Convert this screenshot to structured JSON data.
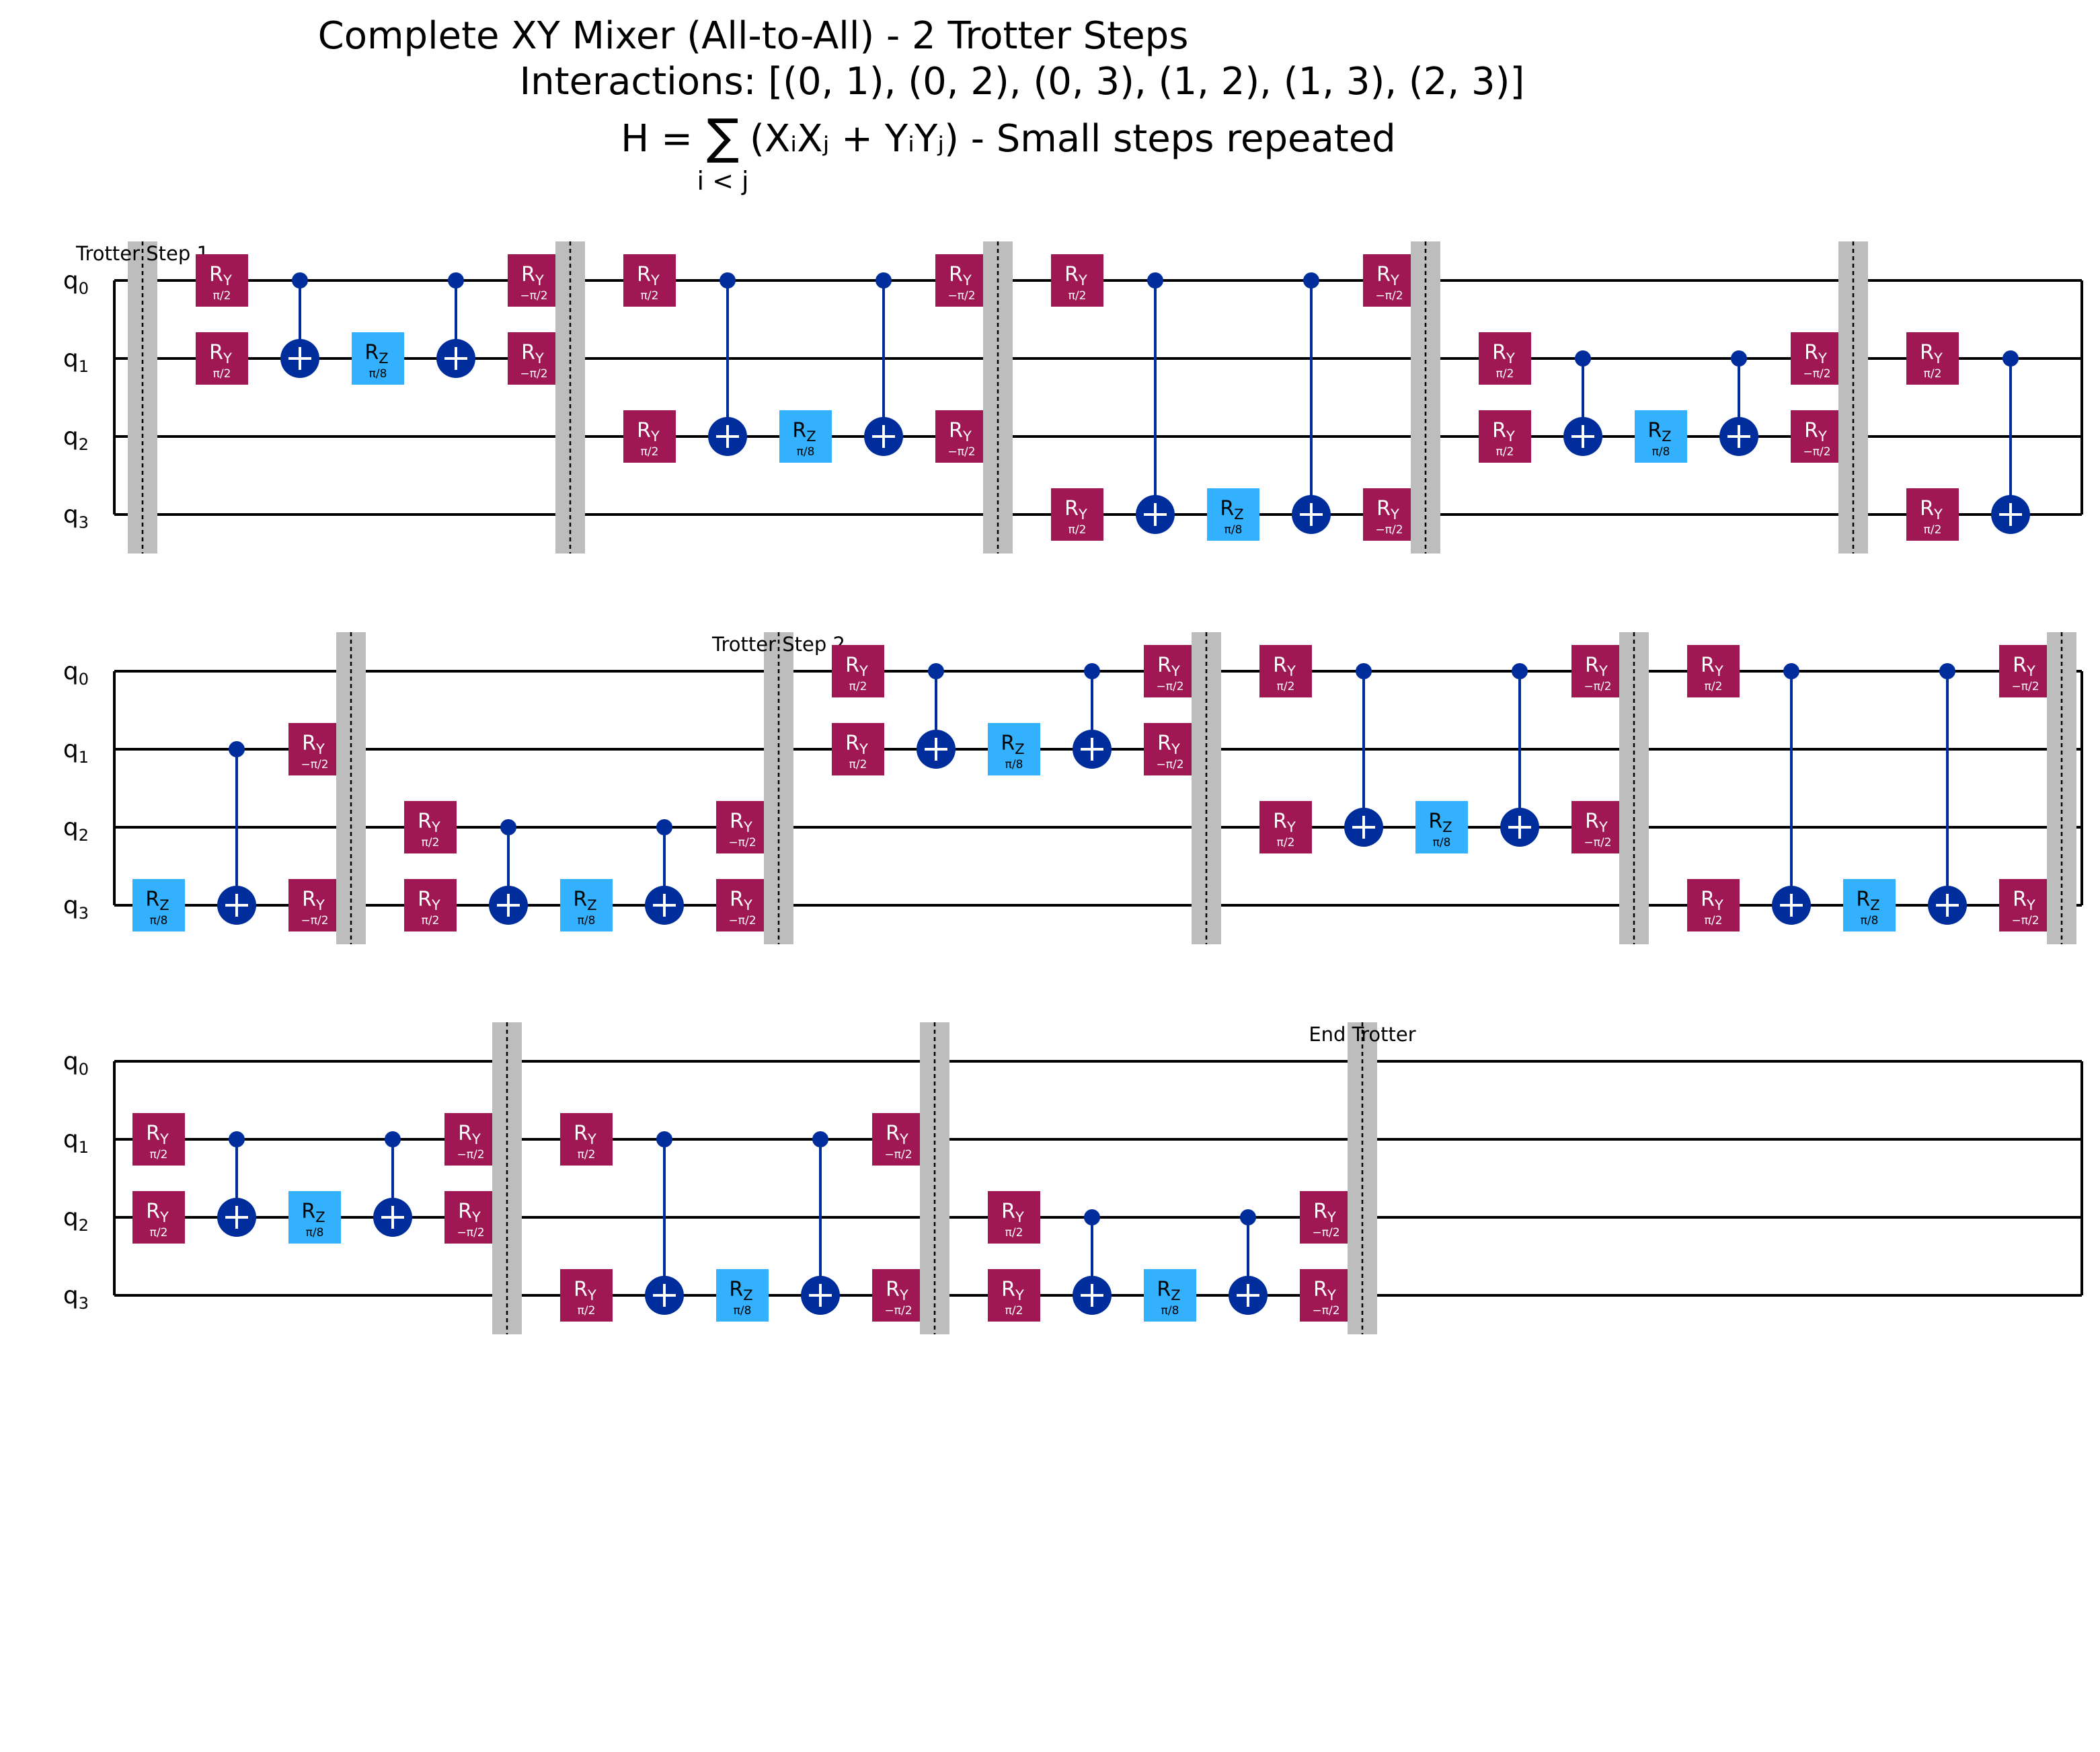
{
  "title": {
    "line1": "Complete XY Mixer (All-to-All) - 2 Trotter Steps",
    "line2": "Interactions: [(0, 1), (0, 2), (0, 3), (1, 2), (1, 3), (2, 3)]",
    "line3_prefix": "H = ",
    "line3_sum_symbol": "∑",
    "line3_sum_index": "i < j",
    "line3_body": "(XᵢXⱼ + YᵢYⱼ) - Small steps repeated"
  },
  "qubits": [
    "q0",
    "q1",
    "q2",
    "q3"
  ],
  "qubit_labels": [
    {
      "base": "q",
      "sub": "0"
    },
    {
      "base": "q",
      "sub": "1"
    },
    {
      "base": "q",
      "sub": "2"
    },
    {
      "base": "q",
      "sub": "3"
    }
  ],
  "gate_types": {
    "RY": {
      "letter": "R",
      "sub": "Y",
      "color": "#9f1853",
      "text_color": "#ffffff"
    },
    "RZ": {
      "letter": "R",
      "sub": "Z",
      "color": "#33b1ff",
      "text_color": "#000000"
    },
    "CX": {
      "color": "#002d9c"
    }
  },
  "params": {
    "ry_pos": "π/2",
    "ry_neg": "−π/2",
    "rz": "π/8"
  },
  "barrier_labels": {
    "step1": "Trotter Step 1",
    "step2": "Trotter Step 2",
    "end": "End Trotter"
  },
  "circuit": {
    "trotter_steps": 2,
    "interactions": [
      [
        0,
        1
      ],
      [
        0,
        2
      ],
      [
        0,
        3
      ],
      [
        1,
        2
      ],
      [
        1,
        3
      ],
      [
        2,
        3
      ]
    ],
    "block_sequence": [
      "barrier:step1",
      "xy:0-1",
      "barrier",
      "xy:0-2",
      "barrier",
      "xy:0-3",
      "barrier",
      "xy:1-2",
      "barrier",
      "xy:1-3",
      "barrier",
      "xy:2-3",
      "barrier:step2",
      "xy:0-1",
      "barrier",
      "xy:0-2",
      "barrier",
      "xy:0-3",
      "barrier",
      "xy:1-2",
      "barrier",
      "xy:1-3",
      "barrier",
      "xy:2-3",
      "barrier:end"
    ]
  },
  "colors": {
    "wire": "#000000",
    "barrier_fill": "#bdbdbd",
    "barrier_dash": "#000000"
  }
}
